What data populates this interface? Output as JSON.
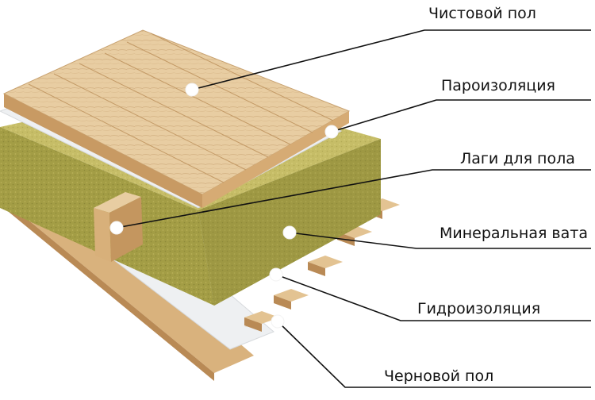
{
  "diagram": {
    "labels": [
      {
        "key": "finish_floor",
        "text": "Чистовой пол"
      },
      {
        "key": "vapor_barrier",
        "text": "Пароизоляция"
      },
      {
        "key": "floor_joists",
        "text": "Лаги для пола"
      },
      {
        "key": "mineral_wool",
        "text": "Минеральная вата"
      },
      {
        "key": "waterproofing",
        "text": "Гидроизоляция"
      },
      {
        "key": "subfloor",
        "text": "Черновой пол"
      }
    ]
  },
  "colors": {
    "wood_light": "#e8cda2",
    "wood_mid": "#d8b07a",
    "wood_dark": "#b98a55",
    "insulation_top": "#c9c06a",
    "insulation_side": "#a9a24a",
    "insulation_front": "#8f8a3c",
    "membrane": "#eef0f2",
    "leader_line": "#111111",
    "dot": "#ffffff"
  }
}
